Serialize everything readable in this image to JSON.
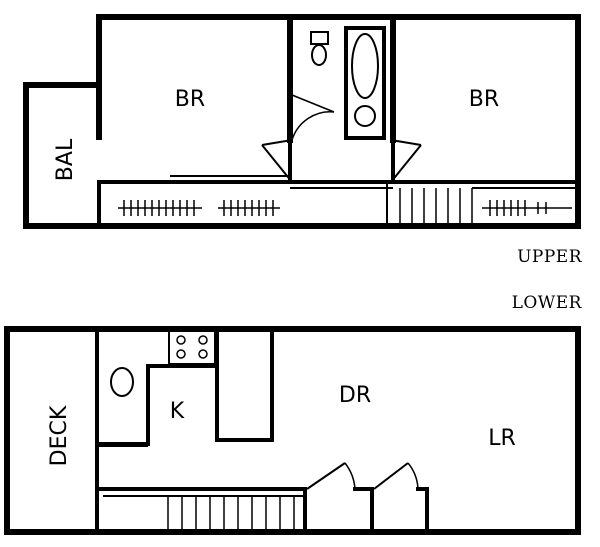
{
  "upper": {
    "caption": "UPPER",
    "rooms": {
      "br_left": "BR",
      "br_right": "BR",
      "balcony": "BAL"
    }
  },
  "lower": {
    "caption": "LOWER",
    "rooms": {
      "deck": "DECK",
      "kitchen": "K",
      "dining": "DR",
      "living": "LR"
    }
  }
}
